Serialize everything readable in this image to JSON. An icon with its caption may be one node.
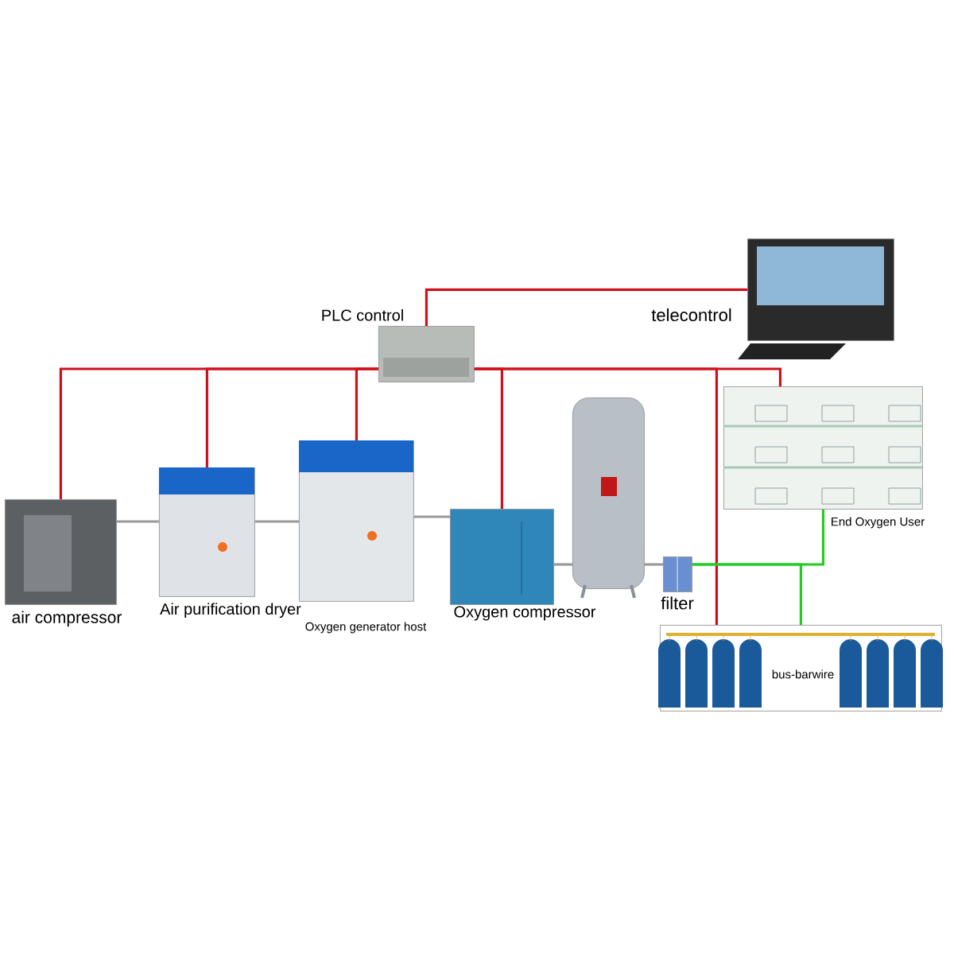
{
  "diagram": {
    "nodes": [
      {
        "text": [
          "PLC control"
        ]
      },
      {
        "text": [
          "telecontrol"
        ]
      },
      {
        "text": [
          "air compressor"
        ]
      },
      {
        "text": [
          "Air purification dryer"
        ]
      },
      {
        "text": [
          "Oxygen generator host"
        ]
      },
      {
        "text": [
          "Oxygen compressor"
        ]
      },
      {
        "text": [],
        "shape": "picture"
      },
      {
        "text": [
          "filter"
        ]
      },
      {
        "text": [
          "End Oxygen User"
        ]
      },
      {
        "text": [
          "bus-barwire"
        ]
      }
    ],
    "edges": [
      {
        "from": 0,
        "to": 1,
        "arrow": "none"
      },
      {
        "from": 0,
        "to": 2,
        "arrow": "none"
      },
      {
        "from": 0,
        "to": 3,
        "arrow": "none"
      },
      {
        "from": 0,
        "to": 4,
        "arrow": "none"
      },
      {
        "from": 0,
        "to": 5,
        "arrow": "none"
      },
      {
        "from": 0,
        "to": 8,
        "arrow": "none"
      },
      {
        "from": 0,
        "to": 9,
        "arrow": "none"
      },
      {
        "from": 2,
        "to": 3,
        "arrow": "none",
        "color": "#9a9a9a"
      },
      {
        "from": 3,
        "to": 4,
        "arrow": "none",
        "color": "#9a9a9a"
      },
      {
        "from": 4,
        "to": 5,
        "arrow": "none",
        "color": "#9a9a9a"
      },
      {
        "from": 5,
        "to": 6,
        "arrow": "none",
        "color": "#9a9a9a"
      },
      {
        "from": 6,
        "to": 7,
        "arrow": "none",
        "color": "#9a9a9a"
      },
      {
        "from": 7,
        "to": 8,
        "arrow": "none",
        "color": "#22cc22"
      },
      {
        "from": 7,
        "to": 9,
        "arrow": "none",
        "color": "#22cc22"
      }
    ]
  }
}
